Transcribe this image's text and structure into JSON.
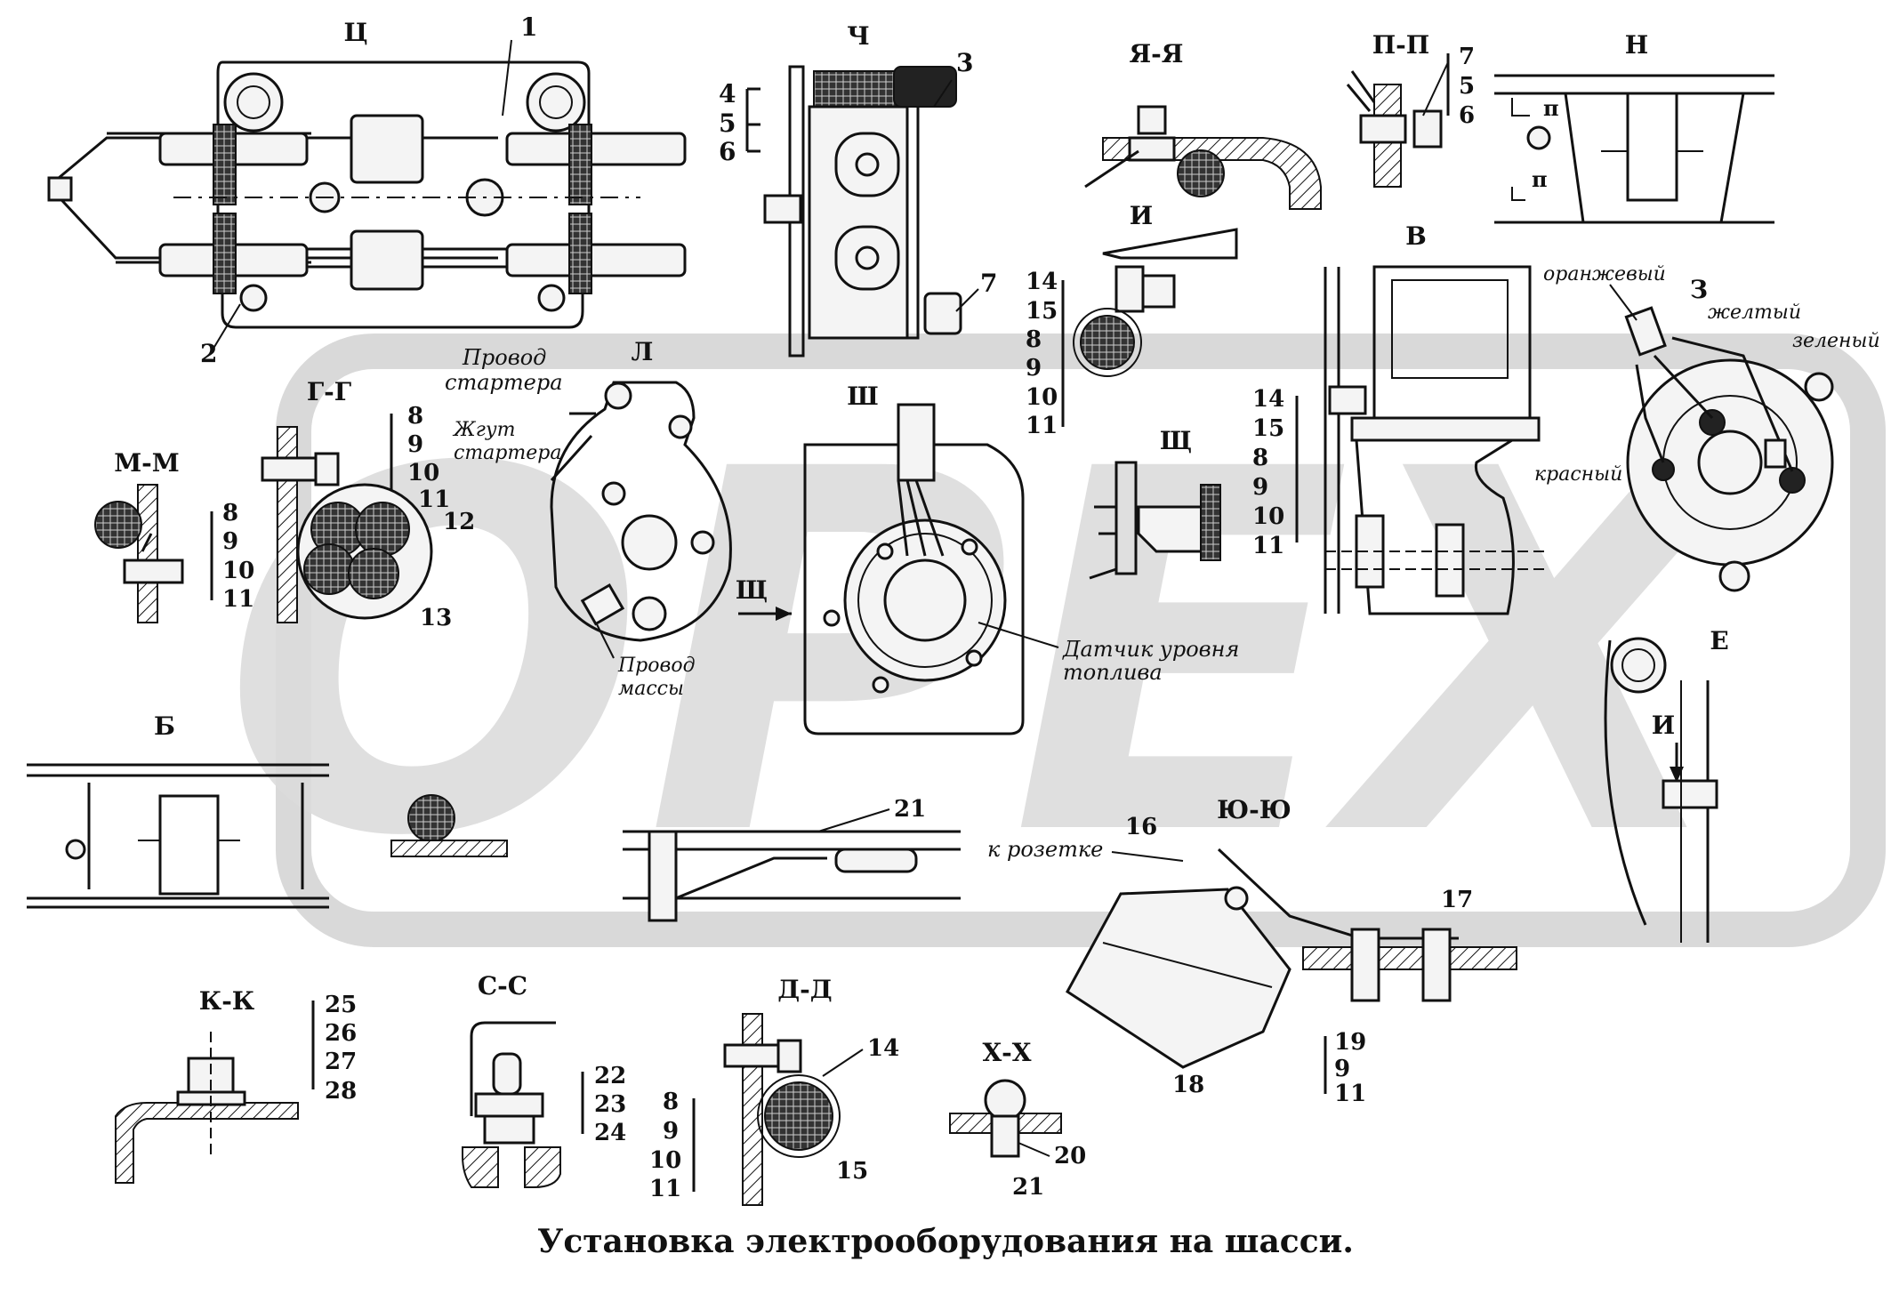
{
  "watermark": {
    "text": "OPEX",
    "color": "#d9d9d9"
  },
  "caption": "Установка электрооборудования на шасси.",
  "views": {
    "ts": {
      "title": "Ц",
      "callouts": [
        "1",
        "2"
      ]
    },
    "ch": {
      "title": "Ч",
      "callouts": [
        "3",
        "4",
        "5",
        "6",
        "7"
      ]
    },
    "ya": {
      "title": "Я-Я"
    },
    "pp": {
      "title": "П-П",
      "callouts": [
        "7",
        "5",
        "6"
      ]
    },
    "n": {
      "title": "Н",
      "marks": [
        "п",
        "п"
      ]
    },
    "i": {
      "title": "И",
      "callouts": [
        "14",
        "15",
        "8",
        "9",
        "10",
        "11"
      ]
    },
    "v": {
      "title": "В",
      "callouts": [
        "14",
        "15",
        "8",
        "9",
        "10",
        "11"
      ]
    },
    "z": {
      "title": "З",
      "wires": [
        "оранжевый",
        "желтый",
        "зеленый",
        "красный"
      ]
    },
    "gg": {
      "title": "Г-Г",
      "callouts": [
        "8",
        "9",
        "10",
        "11",
        "12",
        "13"
      ]
    },
    "mm": {
      "title": "М-М",
      "callouts": [
        "8",
        "9",
        "10",
        "11"
      ]
    },
    "l": {
      "title": "Л",
      "notes": [
        "Провод",
        "стартера",
        "Жгут",
        "стартера",
        "Провод",
        "массы"
      ]
    },
    "sh": {
      "title": "Ш",
      "arrow": "Щ",
      "note1": "Датчик уровня",
      "note2": "топлива"
    },
    "shch": {
      "title": "Щ"
    },
    "e": {
      "title": "Е",
      "arrow": "И"
    },
    "b": {
      "title": "Б"
    },
    "mid": {
      "callout": "21"
    },
    "yu": {
      "title": "Ю-Ю",
      "note": "к розетке",
      "callouts": [
        "16",
        "17",
        "18",
        "19",
        "9",
        "11"
      ]
    },
    "kk": {
      "title": "К-К",
      "callouts": [
        "25",
        "26",
        "27",
        "28"
      ]
    },
    "ss": {
      "title": "С-С",
      "callouts": [
        "22",
        "23",
        "24"
      ]
    },
    "dd": {
      "title": "Д-Д",
      "callouts": [
        "14",
        "15",
        "8",
        "9",
        "10",
        "11"
      ]
    },
    "xx": {
      "title": "Х-Х",
      "callouts": [
        "20",
        "21"
      ]
    }
  }
}
